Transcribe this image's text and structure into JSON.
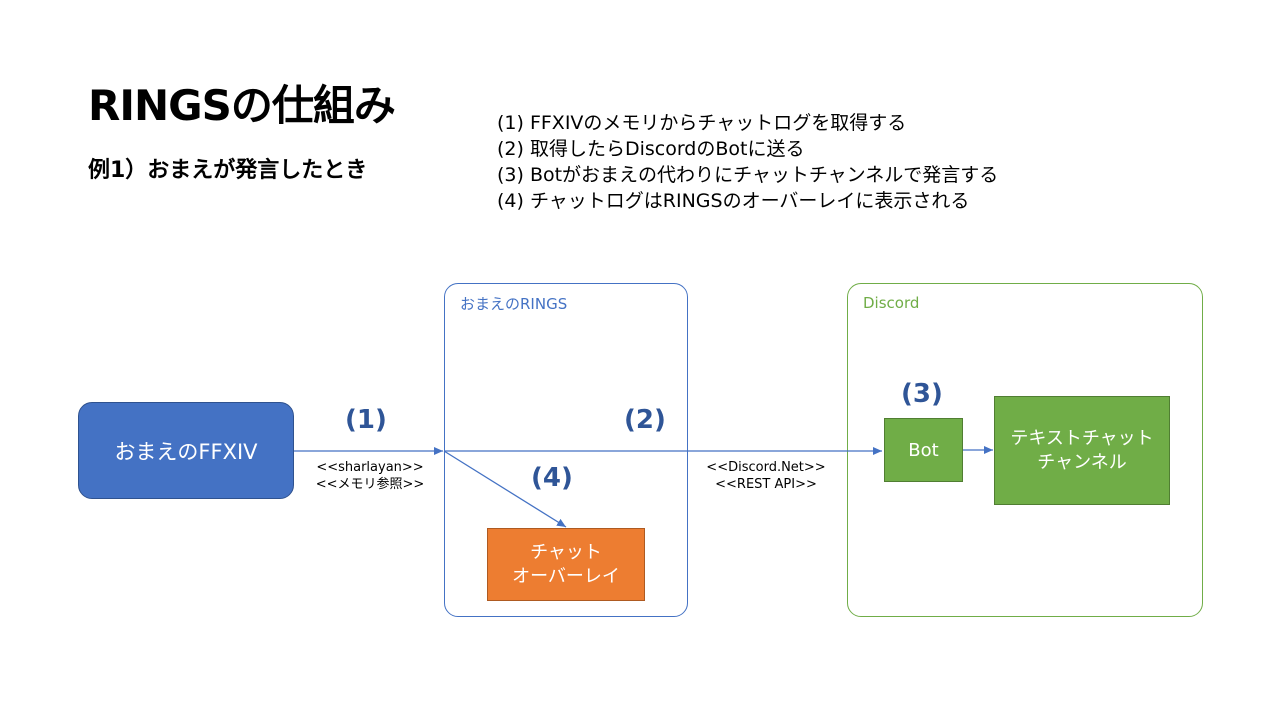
{
  "title": "RINGSの仕組み",
  "subtitle": "例1）おまえが発言したとき",
  "steps": [
    "(1)  FFXIVのメモリからチャットログを取得する",
    "(2)  取得したらDiscordのBotに送る",
    "(3)  Botがおまえの代わりにチャットチャンネルで発言する",
    "(4)  チャットログはRINGSのオーバーレイに表示される"
  ],
  "groups": {
    "rings_label": "おまえのRINGS",
    "discord_label": "Discord"
  },
  "nodes": {
    "ffxiv": "おまえのFFXIV",
    "overlay_line1": "チャット",
    "overlay_line2": "オーバーレイ",
    "bot": "Bot",
    "channel_line1": "テキストチャット",
    "channel_line2": "チャンネル"
  },
  "step_numbers": [
    "(1)",
    "(2)",
    "(3)",
    "(4)"
  ],
  "edge_notes": {
    "memory_line1": "<<sharlayan>>",
    "memory_line2": "<<メモリ参照>>",
    "discord_line1": "<<Discord.Net>>",
    "discord_line2": "<<REST API>>"
  },
  "colors": {
    "blue": "#4472c4",
    "green": "#70ad47",
    "orange": "#ed7d31",
    "number": "#2f5597"
  }
}
